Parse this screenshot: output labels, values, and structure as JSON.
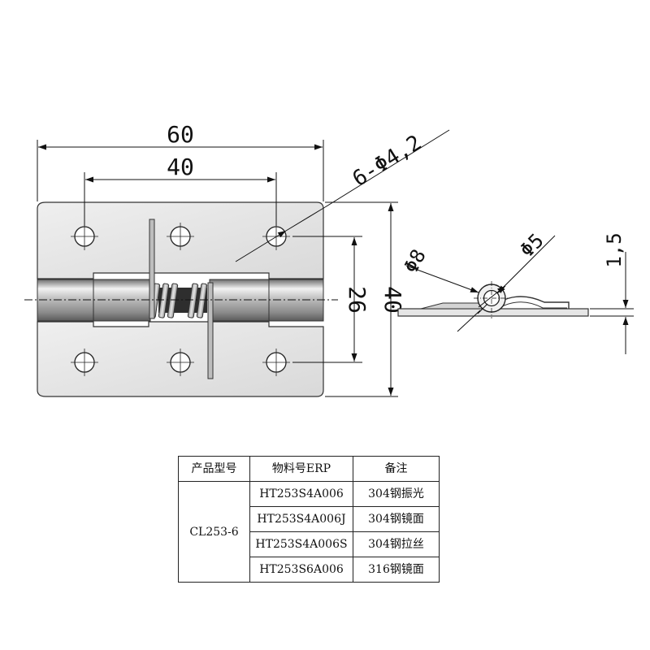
{
  "dimensions": {
    "width_overall": "60",
    "hole_pitch": "40",
    "hole_callout": "6-Φ4,2",
    "height_overall": "40",
    "height_inner": "26",
    "outer_diameter": "Φ8",
    "inner_diameter": "Φ5",
    "thickness": "1,5"
  },
  "table": {
    "headers": [
      "产品型号",
      "物料号ERP",
      "备注"
    ],
    "model": "CL253-6",
    "rows": [
      {
        "erp": "HT253S4A006",
        "note": "304钢振光"
      },
      {
        "erp": "HT253S4A006J",
        "note": "304钢镜面"
      },
      {
        "erp": "HT253S4A006S",
        "note": "304钢拉丝"
      },
      {
        "erp": "HT253S6A006",
        "note": "316钢镜面"
      }
    ]
  }
}
